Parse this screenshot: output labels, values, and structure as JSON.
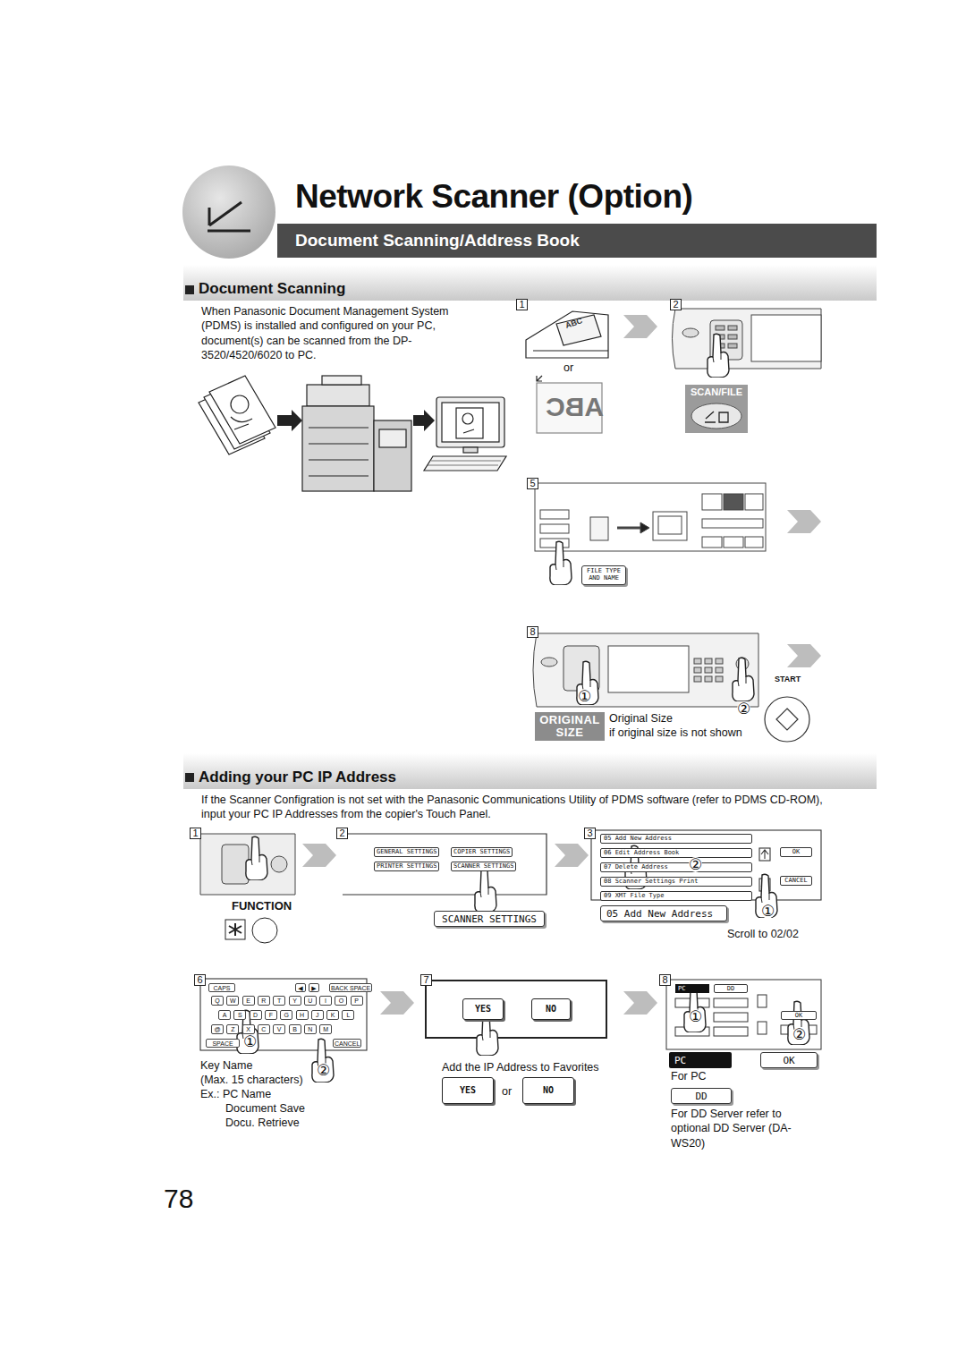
{
  "diagram": {
    "title": "Network Scanner (Option)",
    "nodes": [
      {
        "text": [
          "Document Scanning/Address Book"
        ]
      },
      {
        "text": [
          "Document Scanning"
        ]
      },
      {
        "text": [
          "1"
        ]
      },
      {
        "text": [
          "2"
        ]
      },
      {
        "text": [
          "SCAN/FILE"
        ]
      },
      {
        "text": [
          "5"
        ]
      },
      {
        "text": [
          "FILE TYPE AND NAME"
        ]
      },
      {
        "text": [
          "8"
        ]
      },
      {
        "text": [
          "ORIGINAL SIZE"
        ]
      },
      {
        "text": [
          "Adding your PC IP Address"
        ]
      },
      {
        "text": [
          "1"
        ]
      },
      {
        "text": [
          "2"
        ]
      },
      {
        "text": [
          "3"
        ]
      },
      {
        "text": [
          "GENERAL SETTINGS"
        ]
      },
      {
        "text": [
          "COPIER SETTINGS"
        ]
      },
      {
        "text": [
          "PRINTER SETTINGS"
        ]
      },
      {
        "text": [
          "SCANNER SETTINGS"
        ]
      },
      {
        "text": [
          "SCANNER SETTINGS"
        ]
      },
      {
        "text": [
          "05 Add New Address"
        ]
      },
      {
        "text": [
          "06 Edit Address Book"
        ]
      },
      {
        "text": [
          "07 Delete Address"
        ]
      },
      {
        "text": [
          "08 Scanner Settings Print"
        ]
      },
      {
        "text": [
          "09 XMT File Type"
        ]
      },
      {
        "text": [
          "OK"
        ]
      },
      {
        "text": [
          "CANCEL"
        ]
      },
      {
        "text": [
          "05 Add New Address"
        ]
      },
      {
        "text": [
          "6"
        ]
      },
      {
        "text": [
          "7"
        ]
      },
      {
        "text": [
          "8"
        ]
      },
      {
        "text": [
          "CAPS"
        ]
      },
      {
        "text": [
          "◀"
        ]
      },
      {
        "text": [
          "▶"
        ]
      },
      {
        "text": [
          "BACK SPACE"
        ]
      },
      {
        "text": [
          "Q"
        ]
      },
      {
        "text": [
          "W"
        ]
      },
      {
        "text": [
          "E"
        ]
      },
      {
        "text": [
          "R"
        ]
      },
      {
        "text": [
          "T"
        ]
      },
      {
        "text": [
          "Y"
        ]
      },
      {
        "text": [
          "U"
        ]
      },
      {
        "text": [
          "I"
        ]
      },
      {
        "text": [
          "O"
        ]
      },
      {
        "text": [
          "P"
        ]
      },
      {
        "text": [
          "A"
        ]
      },
      {
        "text": [
          "S"
        ]
      },
      {
        "text": [
          "D"
        ]
      },
      {
        "text": [
          "F"
        ]
      },
      {
        "text": [
          "G"
        ]
      },
      {
        "text": [
          "H"
        ]
      },
      {
        "text": [
          "J"
        ]
      },
      {
        "text": [
          "K"
        ]
      },
      {
        "text": [
          "L"
        ]
      },
      {
        "text": [
          "@"
        ]
      },
      {
        "text": [
          "Z"
        ]
      },
      {
        "text": [
          "X"
        ]
      },
      {
        "text": [
          "C"
        ]
      },
      {
        "text": [
          "V"
        ]
      },
      {
        "text": [
          "B"
        ]
      },
      {
        "text": [
          "N"
        ]
      },
      {
        "text": [
          "M"
        ]
      },
      {
        "text": [
          "SPACE"
        ]
      },
      {
        "text": [
          "CANCEL"
        ]
      },
      {
        "text": [
          "YES"
        ]
      },
      {
        "text": [
          "NO"
        ]
      },
      {
        "text": [
          "YES"
        ]
      },
      {
        "text": [
          "NO"
        ]
      },
      {
        "text": [
          "PC"
        ]
      },
      {
        "text": [
          "DD"
        ]
      },
      {
        "text": [
          "OK"
        ]
      },
      {
        "text": [
          "PC"
        ]
      },
      {
        "text": [
          "OK"
        ]
      },
      {
        "text": [
          "DD"
        ]
      }
    ],
    "labels": [
      "When Panasonic Document Management System (PDMS) is installed and configured on your PC, document(s) can be scanned from the DP-3520/4520/6020 to PC.",
      "ABC",
      "or",
      "ABC",
      "START",
      "①",
      "②",
      "Original Size",
      "if original size is not shown",
      "If the Scanner Configration is not set with the Panasonic Communications Utility of PDMS software (refer to PDMS CD-ROM), input your PC IP Addresses from the copier's Touch Panel.",
      "FUNCTION",
      "②",
      "①",
      "Scroll to 02/02",
      "①",
      "②",
      "Key Name",
      "(Max. 15 characters)",
      "Ex.: PC Name",
      "Document Save",
      "Docu. Retrieve",
      "Add the IP Address to Favorites",
      "or",
      "①",
      "②",
      "For PC",
      "For DD Server refer to optional DD Server (DA-WS20)",
      "78"
    ]
  }
}
